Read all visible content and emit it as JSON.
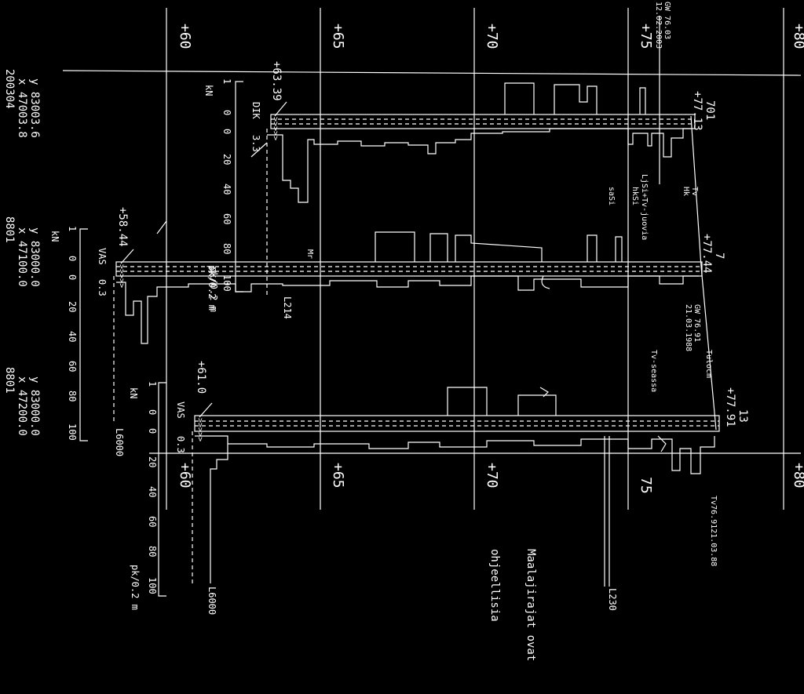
{
  "elevations": {
    "top": [
      "+60",
      "+65",
      "+70",
      "+75",
      "+80"
    ],
    "bottom": [
      "+60",
      "+65",
      "+70",
      "75",
      "+80"
    ]
  },
  "groundwater": {
    "gw1_level": "GW 76.03",
    "gw1_date": "12.02.2003",
    "gw2_level": "GW 76.91",
    "gw2_date": "21.03.1988",
    "gw3": "Tv76.9121.03.88"
  },
  "boreholes": [
    {
      "id": "200304",
      "x": "x 47003.8",
      "y": "y 83003.6",
      "point": "701",
      "surface": "+77.13",
      "end_level": "+63.39",
      "end_mark": "DIK",
      "end_value": "3.3",
      "scale_unit": "kN",
      "scale_left": [
        "1",
        "0",
        "0"
      ],
      "scale_right": [
        "20",
        "40",
        "60",
        "80",
        "100"
      ],
      "scale_label": "pk/0.2 m",
      "soil": [
        "Tv",
        "Hk",
        "LjSi+Tv-juovia",
        "hkSi",
        "saSi",
        "Mr"
      ],
      "note": "L214"
    },
    {
      "id": "8801",
      "x": "x 47100.0",
      "y": "y 83000.0",
      "point": "7",
      "surface": "+77.44",
      "end_level": "+58.44",
      "end_mark": "VAS",
      "end_value": "0.3",
      "scale_unit": "kN",
      "scale_left": [
        "1",
        "0",
        "0"
      ],
      "scale_right": [
        "20",
        "40",
        "60",
        "80",
        "100"
      ],
      "scale_label": "pk/0.2 m",
      "soil": [
        "Tulocm",
        "Tv-seassa"
      ],
      "note": "L6000"
    },
    {
      "id": "8801",
      "x": "x 47200.0",
      "y": "y 83000.0",
      "point": "13",
      "surface": "+77.91",
      "end_level": "+61.0",
      "end_mark": "VAS",
      "end_value": "0.3",
      "scale_unit": "kN",
      "scale_left": [
        "1",
        "0",
        "0"
      ],
      "scale_right": [
        "20",
        "40",
        "60",
        "80",
        "100"
      ],
      "scale_label": "pk/0.2 m",
      "soil": [],
      "note": "L6000"
    }
  ],
  "extra_notes": {
    "l230": "L230"
  },
  "disclaimer": {
    "line1": "Maalajirajat ovat",
    "line2": "ohjeellisia"
  },
  "colors": {
    "background": "#000000",
    "linework": "#ffffff"
  }
}
